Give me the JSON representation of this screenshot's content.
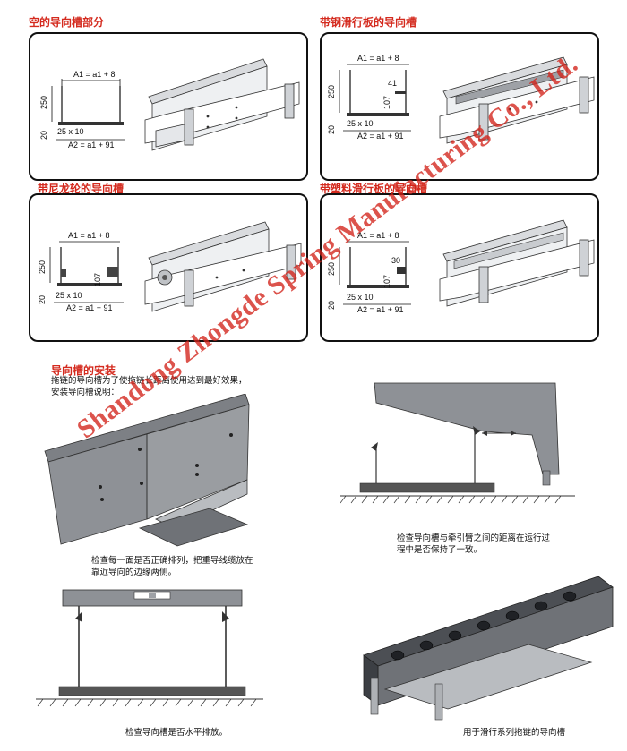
{
  "panels": [
    {
      "title": "空的导向槽部分",
      "dims": {
        "a1": "A1 = a1 + 8",
        "h250": "250",
        "h20": "20",
        "slot": "25 x 10",
        "a2": "A2 = a1 + 91"
      }
    },
    {
      "title": "带钢滑行板的导向槽",
      "dims": {
        "a1": "A1 = a1 + 8",
        "h250": "250",
        "h20": "20",
        "h41": "41",
        "h107": "107",
        "slot": "25 x 10",
        "a2": "A2 = a1 + 91"
      }
    },
    {
      "title": "带尼龙轮的导向槽",
      "dims": {
        "a1": "A1 = a1 + 8",
        "h250": "250",
        "h20": "20",
        "h107": "107",
        "slot": "25 x 10",
        "a2": "A2 = a1 + 91"
      }
    },
    {
      "title": "带塑料滑行板的导向槽",
      "dims": {
        "a1": "A1 = a1 + 8",
        "h250": "250",
        "h20": "20",
        "h30": "30",
        "h107": "107",
        "slot": "25 x 10",
        "a2": "A2 = a1 + 91"
      }
    }
  ],
  "install": {
    "title": "导向槽的安装",
    "intro_line1": "拖链的导向槽为了使拖链长距离使用达到最好效果，",
    "intro_line2": "安装导向槽说明：",
    "caption_align_1": "检查每一面是否正确排列，把重导线缆放在",
    "caption_align_2": "靠近导向的边缘两侧。",
    "caption_distance_1": "检查导向槽与牵引臂之间的距离在运行过",
    "caption_distance_2": "程中是否保持了一致。",
    "caption_level": "检查导向槽是否水平排放。",
    "caption_rollers": "用于滑行系列拖链的导向槽"
  },
  "watermark": "Shandong Zhongde Spring Manufacturing Co., Ltd.",
  "colors": {
    "title_red": "#d42a1e",
    "steel_dark": "#5b5e63",
    "steel_mid": "#8a8d91",
    "steel_light": "#b9bcc0"
  }
}
